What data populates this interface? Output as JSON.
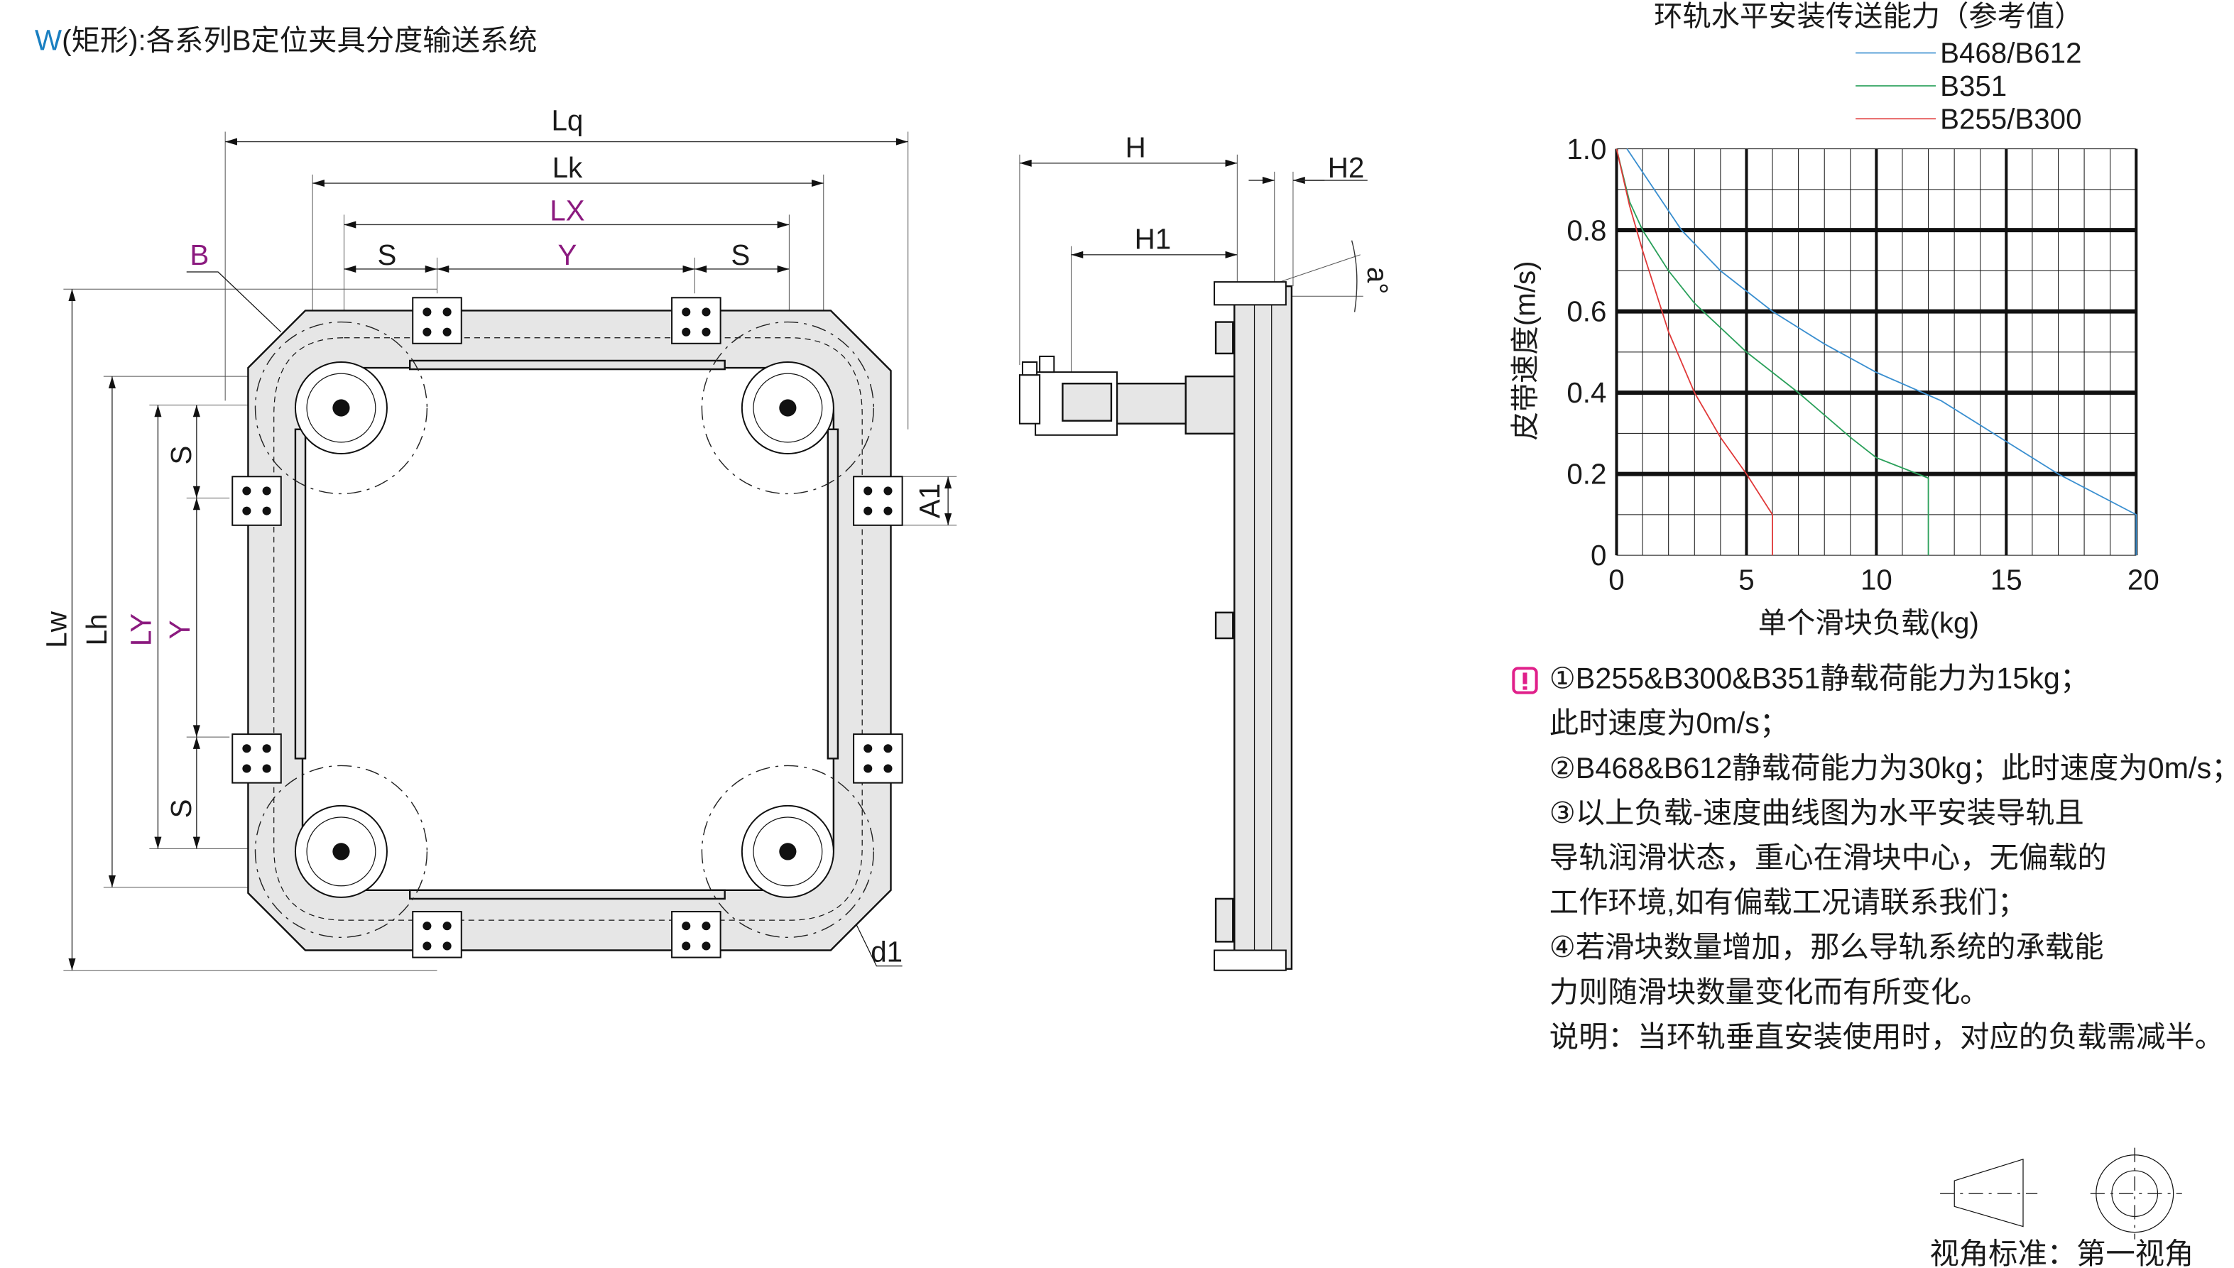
{
  "title": {
    "prefix": "W",
    "text": "(矩形):各系列B定位夹具分度输送系统"
  },
  "front_view": {
    "labels": {
      "Lq": "Lq",
      "Lk": "Lk",
      "LX": "LX",
      "S_left": "S",
      "Y_top": "Y",
      "S_right": "S",
      "B": "B",
      "Lw": "Lw",
      "Lh": "Lh",
      "LY": "LY",
      "Y_left": "Y",
      "S_top": "S",
      "S_bottom": "S",
      "A1": "A1",
      "d1": "d1"
    }
  },
  "side_view": {
    "labels": {
      "H": "H",
      "H1": "H1",
      "H2": "H2",
      "a": "a°"
    }
  },
  "chart_data": {
    "type": "line",
    "title": "环轨水平安装传送能力（参考值）",
    "xlabel": "单个滑块负载(kg)",
    "ylabel": "皮带速度(m/s)",
    "xlim": [
      0,
      20
    ],
    "ylim": [
      0,
      1.0
    ],
    "xticks": [
      "0",
      "5",
      "10",
      "15",
      "20"
    ],
    "yticks": [
      "0",
      "0.2",
      "0.4",
      "0.6",
      "0.8",
      "1.0"
    ],
    "grid": true,
    "legend_position": "top-right",
    "series": [
      {
        "name": "B468/B612",
        "color": "#3a8fd0",
        "x": [
          0.4,
          2.5,
          4,
          6,
          8,
          10,
          12.5,
          15,
          17,
          20,
          20
        ],
        "y": [
          1.0,
          0.8,
          0.7,
          0.6,
          0.52,
          0.45,
          0.38,
          0.28,
          0.2,
          0.1,
          0
        ]
      },
      {
        "name": "B351",
        "color": "#2aa05a",
        "x": [
          0,
          0.5,
          1,
          2,
          3,
          5,
          7,
          9,
          10,
          12,
          12
        ],
        "y": [
          1.0,
          0.87,
          0.8,
          0.7,
          0.62,
          0.5,
          0.4,
          0.29,
          0.24,
          0.19,
          0
        ]
      },
      {
        "name": "B255/B300",
        "color": "#e03a3a",
        "x": [
          0,
          0.5,
          1,
          2,
          3,
          4,
          5,
          6,
          6
        ],
        "y": [
          1.0,
          0.86,
          0.75,
          0.55,
          0.4,
          0.29,
          0.2,
          0.1,
          0
        ]
      }
    ]
  },
  "notes": {
    "icon": "warning-icon",
    "lines": [
      "①B255&B300&B351静载荷能力为15kg；",
      "此时速度为0m/s；",
      "②B468&B612静载荷能力为30kg；此时速度为0m/s；",
      "③以上负载-速度曲线图为水平安装导轨且",
      "导轨润滑状态，重心在滑块中心，无偏载的",
      "工作环境,如有偏载工况请联系我们；",
      "④若滑块数量增加，那么导轨系统的承载能",
      "力则随滑块数量变化而有所变化。",
      "说明：当环轨垂直安装使用时，对应的负载需减半。"
    ]
  },
  "projection": {
    "caption": "视角标准：第一视角"
  },
  "colors": {
    "title_accent": "#1a7fc1",
    "dimension_accent": "#8b1a7f",
    "warning": "#e0208a"
  }
}
